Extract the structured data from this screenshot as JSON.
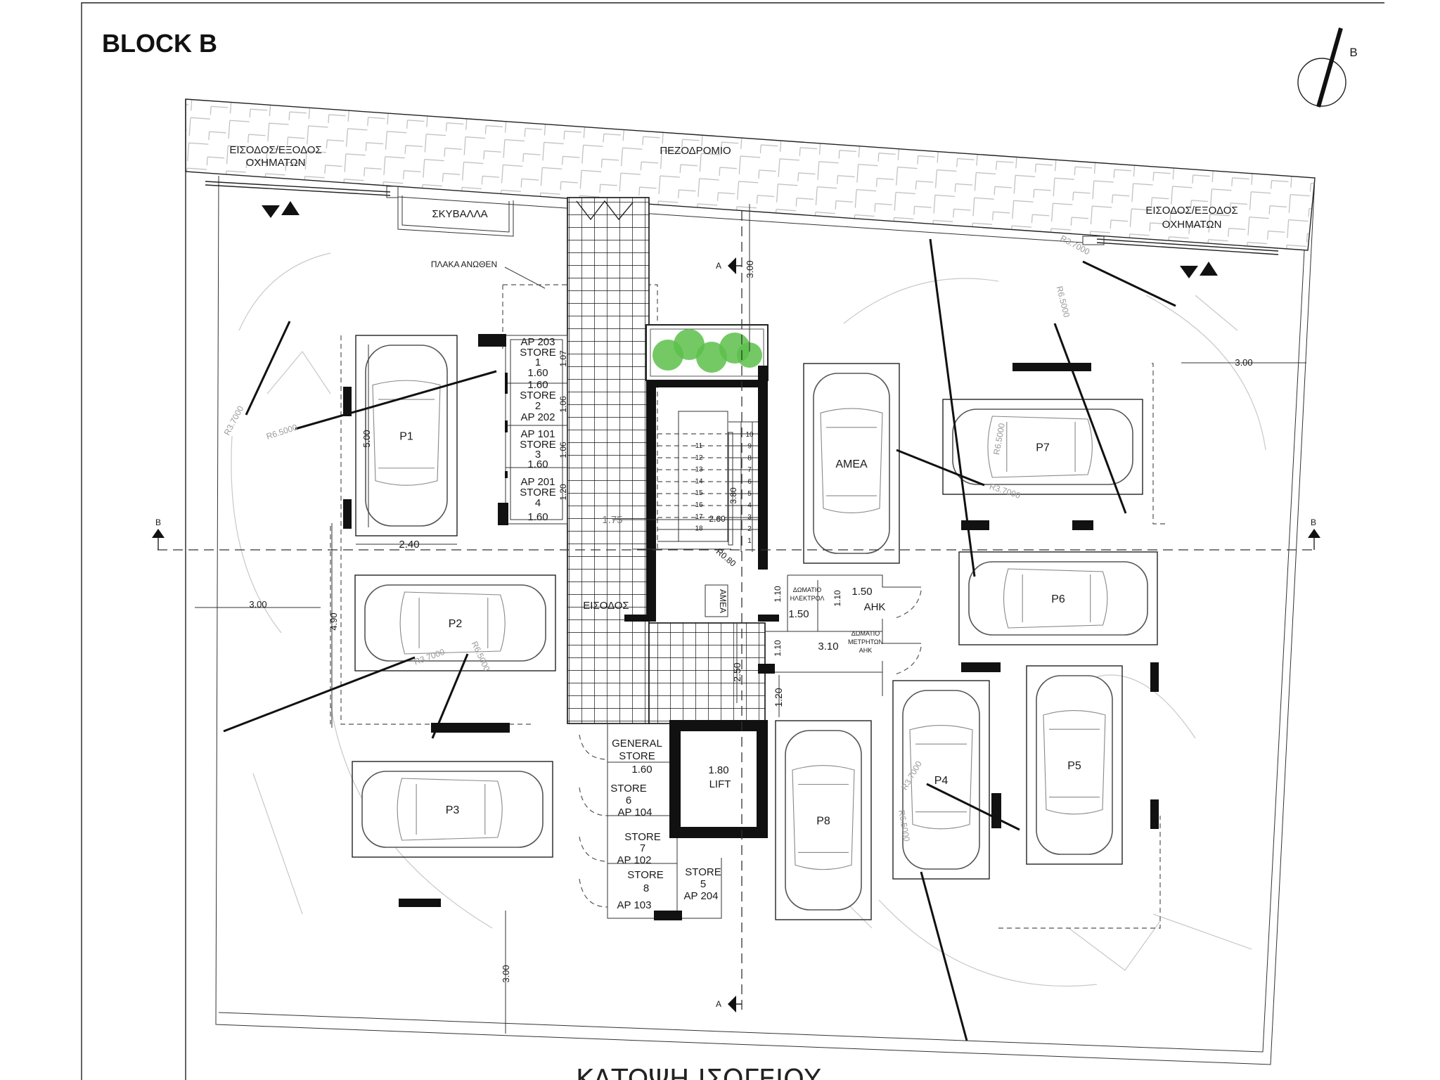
{
  "title": "BLOCK B",
  "north_label": "B",
  "drawing_title": "ΚΑΤΩΨΗ ΙΣΟΓΕΙΟΥ",
  "site": {
    "vehicle_entrance_left": [
      "ΕΙΣΟΔΟΣ/ΕΞΟΔΟΣ",
      "ΟΧΗΜΑΤΩΝ"
    ],
    "vehicle_entrance_right": [
      "ΕΙΣΟΔΟΣ/ΕΞΟΔΟΣ",
      "ΟΧΗΜΑΤΩΝ"
    ],
    "sidewalk": "ΠΕΖΟΔΡΟΜΙΟ",
    "refuse": "ΣΚΥΒΑΛΛΑ",
    "slab_above": "ΠΛΑΚΑ ΑΝΩΘΕΝ",
    "entrance": "ΕΙΣΟΔΟΣ",
    "accessible_label": "ΑΜΕΑ"
  },
  "parking": {
    "P1": "P1",
    "P2": "P2",
    "P3": "P3",
    "P4": "P4",
    "P5": "P5",
    "P6": "P6",
    "P7": "P7",
    "P8": "P8",
    "AMEA": "ΑΜΕΑ"
  },
  "stores_upper": [
    {
      "ap": "AP 203",
      "name": "STORE",
      "num": "1",
      "width": "1.60",
      "depth": "1.07"
    },
    {
      "ap": "AP 202",
      "name": "STORE",
      "num": "2",
      "width": "1.60",
      "depth": "1.06"
    },
    {
      "ap": "AP 101",
      "name": "STORE",
      "num": "3",
      "width": "1.60",
      "depth": "1.06"
    },
    {
      "ap": "AP 201",
      "name": "STORE",
      "num": "4",
      "width": "1.60",
      "depth": "1.20"
    }
  ],
  "stores_lower": {
    "general": [
      "GENERAL",
      "STORE"
    ],
    "general_width": "1.60",
    "s6": [
      "STORE",
      "6",
      "AP 104"
    ],
    "s7": [
      "STORE",
      "7",
      "AP 102"
    ],
    "s8": [
      "STORE",
      "8",
      "AP 103"
    ],
    "s5": [
      "STORE",
      "5",
      "AP 204"
    ]
  },
  "lift": {
    "label": "LIFT",
    "width": "1.80"
  },
  "rooms": {
    "electrical": [
      "ΔΩΜΑΤΙΟ",
      "ΗΛΕΚΤΡΟΛ"
    ],
    "ahk": "ΑΗΚ",
    "meters": [
      "ΔΩΜΑΤΙΟ",
      "ΜΕΤΡΗΤΩΝ",
      "ΑΗΚ"
    ],
    "dim_150a": "1.50",
    "dim_150b": "1.50",
    "dim_110a": "1.10",
    "dim_110b": "1.10",
    "dim_110c": "1.10",
    "dim_310": "3.10"
  },
  "stairs": {
    "steps": [
      "1",
      "2",
      "3",
      "4",
      "5",
      "6",
      "7",
      "8",
      "9",
      "10",
      "11",
      "12",
      "13",
      "14",
      "15",
      "16",
      "17",
      "18"
    ],
    "width": "2.60",
    "length": "3.80",
    "landing": "R0.80"
  },
  "dimensions": {
    "left_setback": "3.00",
    "bay_depth": "5.00",
    "bay_width": "2.40",
    "row_depth": "4.90",
    "right_setback": "3.00",
    "front_setback": "3.00",
    "rear_setback": "3.00",
    "corridor": "1.75",
    "passage": "2.50",
    "door": "1.20"
  },
  "turning_radii": {
    "r37": "R3.7000",
    "r65": "R6.5000"
  },
  "sections": {
    "a": "A",
    "b": "B"
  },
  "colors": {
    "ink": "#111111",
    "planting": "#5cc04a",
    "faint": "#c8c8c8"
  }
}
